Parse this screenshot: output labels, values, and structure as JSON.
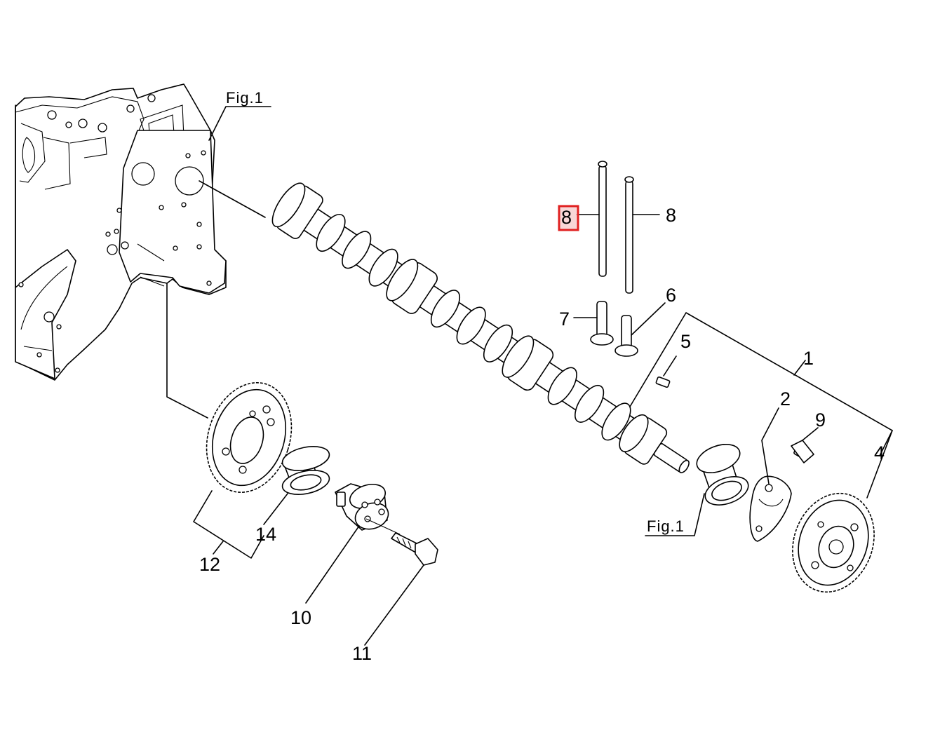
{
  "figure_refs": {
    "top": "Fig.1",
    "bottom": "Fig.1"
  },
  "callouts": {
    "c1": "1",
    "c2": "2",
    "c4": "4",
    "c5": "5",
    "c6": "6",
    "c7": "7",
    "c8_left": "8",
    "c8_right": "8",
    "c9": "9",
    "c10": "10",
    "c11": "11",
    "c12": "12",
    "c14": "14"
  },
  "highlight": {
    "callout": "8",
    "color": "#e02020"
  }
}
